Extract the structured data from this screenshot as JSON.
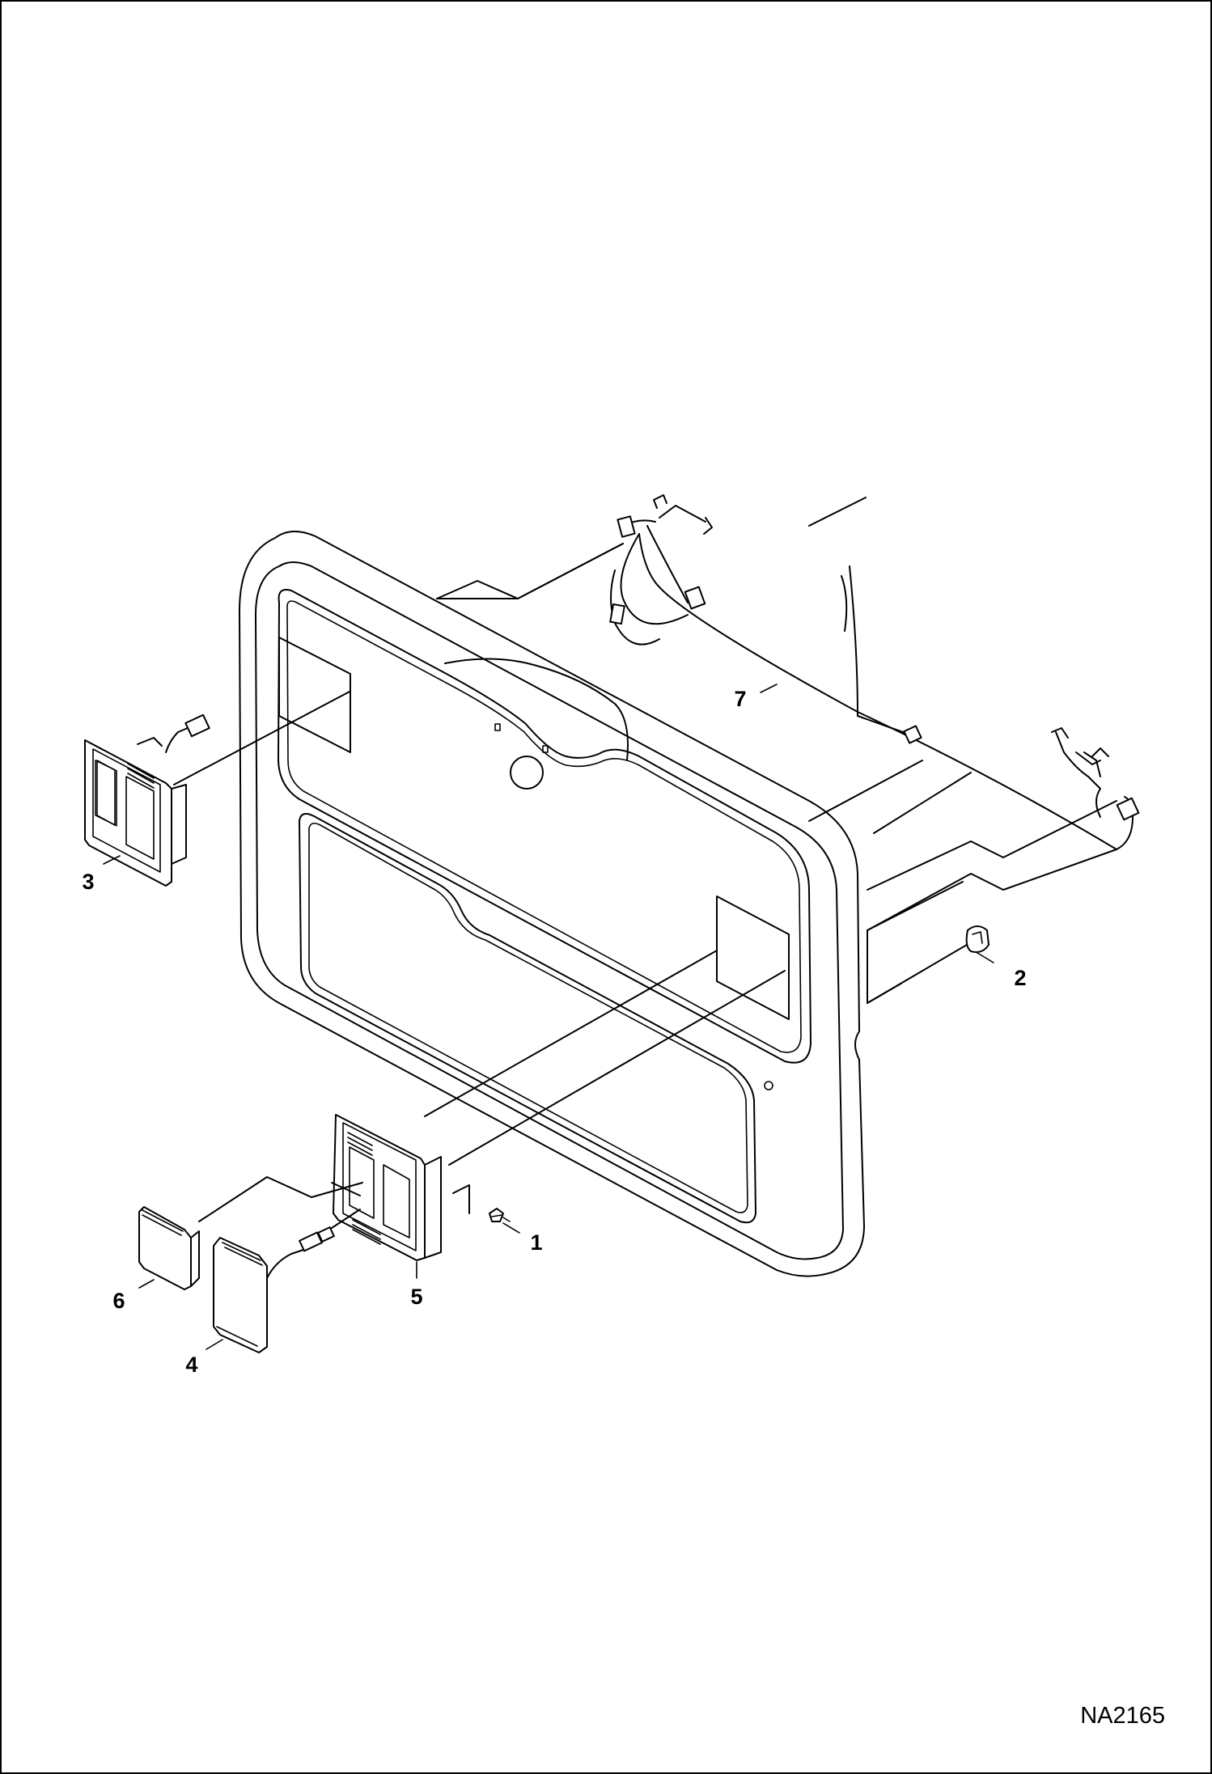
{
  "figure_id": "NA2165",
  "callouts": [
    {
      "id": 1,
      "label": "1"
    },
    {
      "id": 2,
      "label": "2"
    },
    {
      "id": 3,
      "label": "3"
    },
    {
      "id": 4,
      "label": "4"
    },
    {
      "id": 5,
      "label": "5"
    },
    {
      "id": 6,
      "label": "6"
    },
    {
      "id": 7,
      "label": "7"
    }
  ]
}
